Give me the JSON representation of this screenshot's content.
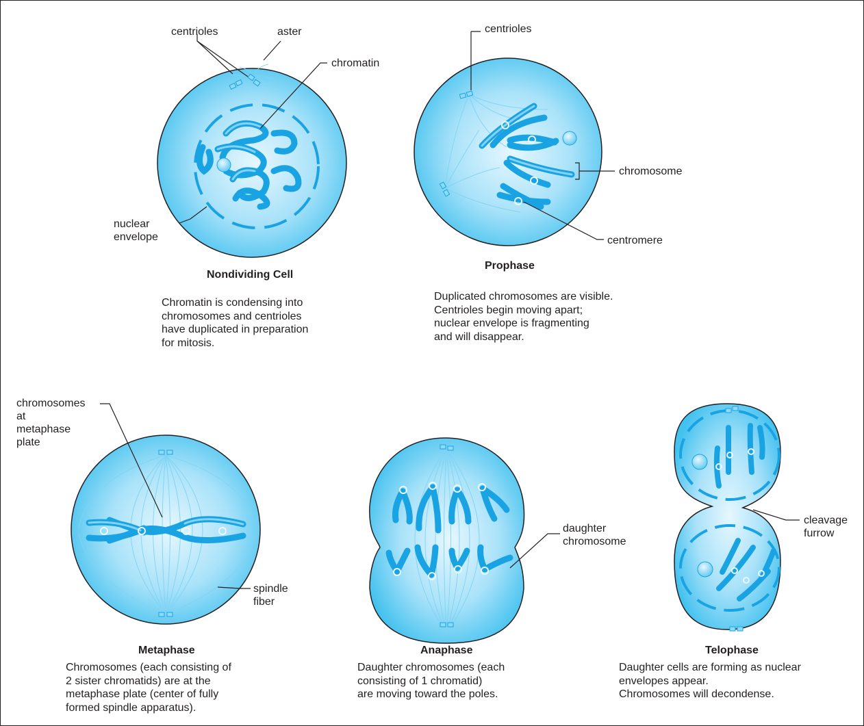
{
  "colors": {
    "cell_fill_light": "#dff4fd",
    "cell_fill_dark": "#41c0ef",
    "cell_outline": "#231f20",
    "chromosome": "#1aa3e2",
    "chromosome_light": "#7fd2f4",
    "leader_line": "#231f20"
  },
  "labels": {
    "centrioles_nd": "centrioles",
    "aster": "aster",
    "chromatin": "chromatin",
    "nuclear_envelope": "nuclear\nenvelope",
    "centrioles_pro": "centrioles",
    "chromosome": "chromosome",
    "centromere": "centromere",
    "chromosomes_plate": "chromosomes\nat\nmetaphase\nplate",
    "spindle_fiber": "spindle\nfiber",
    "daughter_chromosome": "daughter\nchromosome",
    "cleavage_furrow": "cleavage\nfurrow"
  },
  "stages": {
    "nondividing": {
      "title": "Nondividing Cell",
      "description": "Chromatin is condensing into\nchromosomes and centrioles\nhave duplicated in preparation\nfor mitosis."
    },
    "prophase": {
      "title": "Prophase",
      "description": "Duplicated chromosomes are visible.\nCentrioles begin moving apart;\nnuclear envelope is fragmenting\nand will disappear."
    },
    "metaphase": {
      "title": "Metaphase",
      "description": "Chromosomes (each consisting of\n2 sister chromatids) are at the\nmetaphase plate (center of fully\nformed spindle apparatus)."
    },
    "anaphase": {
      "title": "Anaphase",
      "description": "Daughter chromosomes (each\nconsisting of 1 chromatid)\nare moving toward the poles."
    },
    "telophase": {
      "title": "Telophase",
      "description": "Daughter cells are forming as nuclear\nenvelopes appear.\nChromosomes will decondense."
    }
  }
}
